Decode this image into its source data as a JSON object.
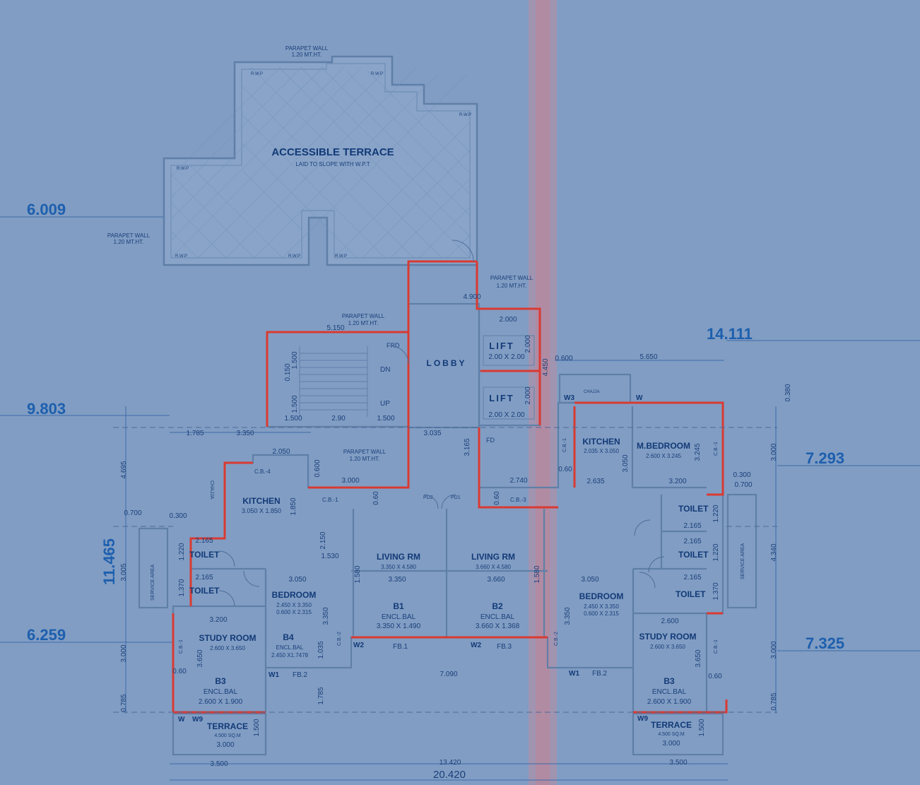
{
  "levels": {
    "left_top": "6.009",
    "left_mid": "9.803",
    "left_low": "11.465",
    "left_bottom": "6.259",
    "right_top": "14.111",
    "right_mid": "7.293",
    "right_bottom": "7.325"
  },
  "terrace": {
    "title": "ACCESSIBLE TERRACE",
    "subtitle": "LAID TO SLOPE WITH W.P.T",
    "parapet_top": "PARAPET WALL",
    "parapet_top_ht": "1.20 MT.HT.",
    "parapet_left": "PARAPET WALL",
    "parapet_left_ht": "1.20 MT.HT.",
    "rwp": "R.W.P"
  },
  "core": {
    "lobby": "LOBBY",
    "lift": "LIFT",
    "lift_size": "2.00 X 2.00",
    "frd": "FRD",
    "dn": "DN",
    "up": "UP",
    "fd": "FD",
    "parapet_right": "PARAPET WALL",
    "parapet_right_ht": "1.20 MT.HT.",
    "parapet_stair": "PARAPET WALL",
    "parapet_stair_ht": "1.20 MT.HT.",
    "parapet_mid": "PARAPET WALL",
    "parapet_mid_ht": "1.20 MT.HT.",
    "chajja": "CHAJJA"
  },
  "rooms": {
    "kitchen": "KITCHEN",
    "kitchen_left_size": "3.050 X 1.850",
    "kitchen_right_size": "2.035 X 3.050",
    "mbedroom": "M.BEDROOM",
    "mbedroom_size": "2.600 X 3.245",
    "toilet": "TOILET",
    "bedroom": "BEDROOM",
    "bedroom_size": "2.450 X 3.350",
    "bedroom_size2": "0.600 X 2.315",
    "living": "LIVING RM",
    "living_left_size": "3.350 X 4.580",
    "living_right_size": "3.660 X 4.580",
    "b1": "B1",
    "b1_desc": "ENCL.BAL",
    "b1_size": "3.350 X 1.490",
    "b2": "B2",
    "b2_desc": "ENCL.BAL",
    "b2_size": "3.660 X 1.368",
    "b3": "B3",
    "b3_desc": "ENCL.BAL",
    "b3_size": "2.600 X 1.900",
    "b4": "B4",
    "b4_desc": "ENCL.BAL",
    "b4_size": "2.450 X1.7478",
    "study": "STUDY ROOM",
    "study_size": "2.600 X 3.650",
    "terrace_small": "TERRACE",
    "terrace_small_area": "4.500 SQ.M",
    "service_area": "SERVICE AREA"
  },
  "labels": {
    "w1": "W1",
    "w2": "W2",
    "w3": "W3",
    "w9": "W9",
    "w": "W",
    "fb1": "FB.1",
    "fb2": "FB.2",
    "fb3": "FB.3",
    "cb1": "C.B.-1",
    "cb2": "C.B.-2",
    "cb3": "C.B.-3",
    "cb4": "C.B.-4",
    "pd1": "PD1",
    "pd2": "PD2"
  },
  "dims": {
    "d4900": "4.900",
    "d5150": "5.150",
    "d2000": "2.000",
    "d4450": "4.450",
    "d0600": "0.600",
    "d5650": "5.650",
    "d0380": "0.380",
    "d1785": "1.785",
    "d3350": "3.350",
    "d2050": "2.050",
    "d3035": "3.035",
    "d3165": "3.165",
    "d3000": "3.000",
    "d2740": "2.740",
    "d2635": "2.635",
    "d3200": "3.200",
    "d0300": "0.300",
    "d0700": "0.700",
    "d2165": "2.165",
    "d1220": "1.220",
    "d1370": "1.370",
    "d3050": "3.050",
    "d3660": "3.660",
    "d2600": "2.600",
    "d7090": "7.090",
    "d3500": "3.500",
    "d13420": "13.420",
    "d20420": "20.420",
    "d1500": "1.500",
    "d0150": "0.150",
    "d1530": "1.530",
    "d2150": "2.150",
    "d1580": "1.580",
    "d4695": "4.695",
    "d3005": "3.005",
    "d0785": "0.785",
    "d4340": "4.340",
    "d3245": "3.245",
    "d3650": "3.650",
    "d0660": "0.60",
    "d1035": "1.035",
    "d1785b": "1.785",
    "d1850": "1.850",
    "d2900": "2.90"
  }
}
